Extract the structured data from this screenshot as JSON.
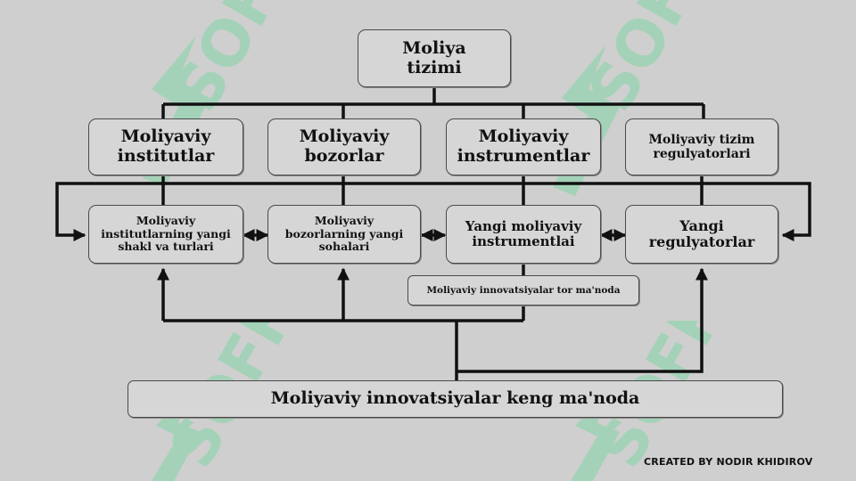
{
  "diagram": {
    "root": "Moliya\ntizimi",
    "components": [
      "Moliyaviy\ninstitutlar",
      "Moliyaviy\nbozorlar",
      "Moliyaviy\ninstrumentlar",
      "Moliyaviy tizim\nregulyatorlari"
    ],
    "new_forms": [
      "Moliyaviy\ninstitutlarning yangi\nshakl va turlari",
      "Moliyaviy\nbozorlarning yangi\nsohalari",
      "Yangi moliyaviy\ninstrumentlai",
      "Yangi\nregulyatorlar"
    ],
    "narrow_innovation": "Moliyaviy innovatsiyalar tor ma'noda",
    "broad_innovation": "Moliyaviy innovatsiyalar keng ma'noda"
  },
  "watermark": {
    "text": "SOFF",
    "color": "#57d98f",
    "icon": "s-logo-icon"
  },
  "credit": "CREATED BY NODIR KHIDIROV"
}
